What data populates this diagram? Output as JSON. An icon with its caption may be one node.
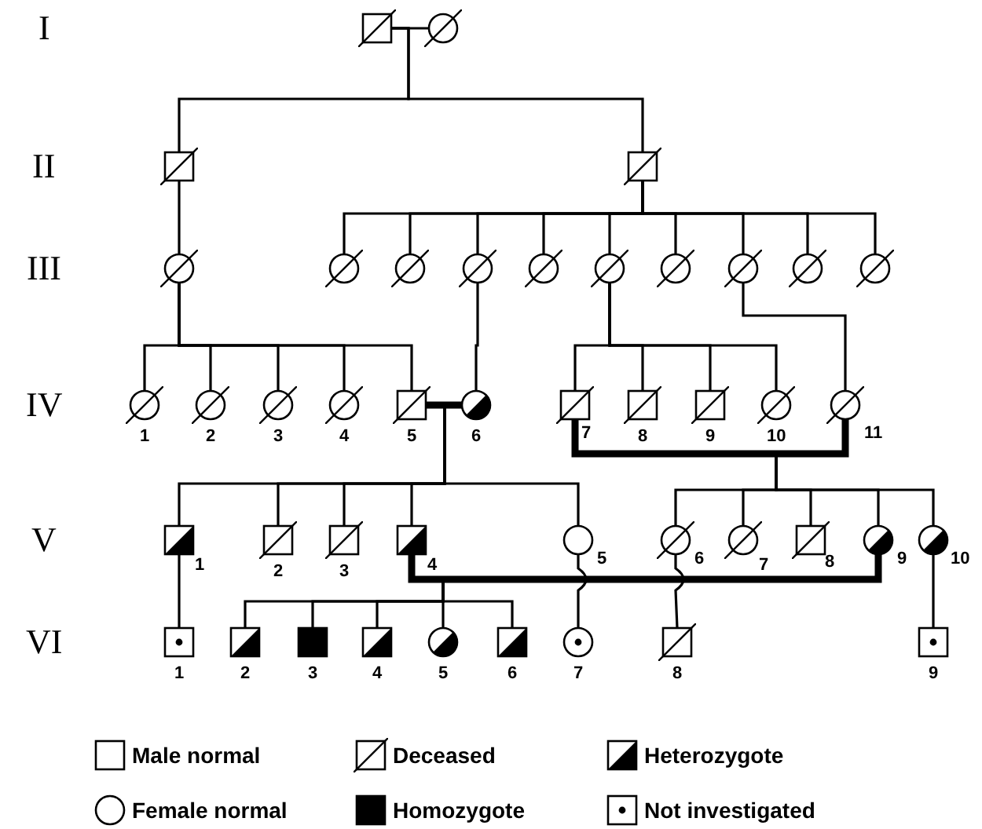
{
  "diagram": {
    "nodes": [
      {
        "text": [],
        "shape": "box"
      },
      {
        "text": [],
        "shape": "circle"
      },
      {
        "text": [],
        "shape": "box"
      },
      {
        "text": [],
        "shape": "box"
      },
      {
        "text": [],
        "shape": "circle"
      },
      {
        "text": [],
        "shape": "circle"
      },
      {
        "text": [],
        "shape": "circle"
      },
      {
        "text": [],
        "shape": "circle"
      },
      {
        "text": [],
        "shape": "circle"
      },
      {
        "text": [],
        "shape": "circle"
      },
      {
        "text": [],
        "shape": "circle"
      },
      {
        "text": [],
        "shape": "circle"
      },
      {
        "text": [],
        "shape": "circle"
      },
      {
        "text": [],
        "shape": "circle"
      },
      {
        "text": [],
        "shape": "circle",
        "beside": [
          "1"
        ]
      },
      {
        "text": [],
        "shape": "circle",
        "beside": [
          "2"
        ]
      },
      {
        "text": [],
        "shape": "circle",
        "beside": [
          "3"
        ]
      },
      {
        "text": [],
        "shape": "circle",
        "beside": [
          "4"
        ]
      },
      {
        "text": [],
        "shape": "box",
        "beside": [
          "5"
        ]
      },
      {
        "text": [],
        "shape": "circle",
        "beside": [
          "6"
        ]
      },
      {
        "text": [],
        "shape": "box",
        "beside": [
          "7"
        ]
      },
      {
        "text": [],
        "shape": "box",
        "beside": [
          "8"
        ]
      },
      {
        "text": [],
        "shape": "box",
        "beside": [
          "9"
        ]
      },
      {
        "text": [],
        "shape": "circle",
        "beside": [
          "10"
        ]
      },
      {
        "text": [],
        "shape": "circle",
        "beside": [
          "11"
        ]
      },
      {
        "text": [],
        "shape": "box",
        "beside": [
          "1"
        ]
      },
      {
        "text": [],
        "shape": "box",
        "beside": [
          "2"
        ]
      },
      {
        "text": [],
        "shape": "box",
        "beside": [
          "3"
        ]
      },
      {
        "text": [],
        "shape": "box",
        "beside": [
          "4"
        ]
      },
      {
        "text": [],
        "shape": "circle",
        "beside": [
          "5"
        ]
      },
      {
        "text": [],
        "shape": "circle",
        "beside": [
          "6"
        ]
      },
      {
        "text": [],
        "shape": "circle",
        "beside": [
          "7"
        ]
      },
      {
        "text": [],
        "shape": "box",
        "beside": [
          "8"
        ]
      },
      {
        "text": [],
        "shape": "circle",
        "beside": [
          "9"
        ]
      },
      {
        "text": [],
        "shape": "circle",
        "beside": [
          "10"
        ]
      },
      {
        "text": [],
        "shape": "box",
        "beside": [
          "1"
        ]
      },
      {
        "text": [],
        "shape": "box",
        "beside": [
          "2"
        ]
      },
      {
        "text": [],
        "shape": "box",
        "beside": [
          "3"
        ]
      },
      {
        "text": [],
        "shape": "box",
        "beside": [
          "4"
        ]
      },
      {
        "text": [],
        "shape": "circle",
        "beside": [
          "5"
        ]
      },
      {
        "text": [],
        "shape": "box",
        "beside": [
          "6"
        ]
      },
      {
        "text": [],
        "shape": "circle",
        "beside": [
          "7"
        ]
      },
      {
        "text": [],
        "shape": "box",
        "beside": [
          "8"
        ]
      },
      {
        "text": [],
        "shape": "box",
        "beside": [
          "9"
        ]
      }
    ],
    "edges": [
      {
        "from": 0,
        "to": 1,
        "arrow": "none"
      },
      {
        "from": 0,
        "to": 2,
        "arrow": "none"
      },
      {
        "from": 0,
        "to": 3,
        "arrow": "none"
      },
      {
        "from": 2,
        "to": 4,
        "arrow": "none"
      },
      {
        "from": 3,
        "to": 5,
        "arrow": "none"
      },
      {
        "from": 3,
        "to": 6,
        "arrow": "none"
      },
      {
        "from": 3,
        "to": 7,
        "arrow": "none"
      },
      {
        "from": 3,
        "to": 8,
        "arrow": "none"
      },
      {
        "from": 3,
        "to": 9,
        "arrow": "none"
      },
      {
        "from": 3,
        "to": 10,
        "arrow": "none"
      },
      {
        "from": 3,
        "to": 11,
        "arrow": "none"
      },
      {
        "from": 3,
        "to": 12,
        "arrow": "none"
      },
      {
        "from": 3,
        "to": 13,
        "arrow": "none"
      },
      {
        "from": 4,
        "to": 14,
        "arrow": "none"
      },
      {
        "from": 4,
        "to": 15,
        "arrow": "none"
      },
      {
        "from": 4,
        "to": 16,
        "arrow": "none"
      },
      {
        "from": 4,
        "to": 17,
        "arrow": "none"
      },
      {
        "from": 4,
        "to": 18,
        "arrow": "none"
      },
      {
        "from": 7,
        "to": 19,
        "arrow": "none"
      },
      {
        "from": 9,
        "to": 20,
        "arrow": "none"
      },
      {
        "from": 9,
        "to": 21,
        "arrow": "none"
      },
      {
        "from": 9,
        "to": 22,
        "arrow": "none"
      },
      {
        "from": 9,
        "to": 23,
        "arrow": "none"
      },
      {
        "from": 11,
        "to": 24,
        "arrow": "none"
      },
      {
        "from": 18,
        "to": 19,
        "arrow": "none",
        "style": "thick"
      },
      {
        "from": 20,
        "to": 24,
        "arrow": "none",
        "style": "thick"
      },
      {
        "from": 18,
        "to": 25,
        "arrow": "none"
      },
      {
        "from": 18,
        "to": 26,
        "arrow": "none"
      },
      {
        "from": 18,
        "to": 27,
        "arrow": "none"
      },
      {
        "from": 18,
        "to": 28,
        "arrow": "none"
      },
      {
        "from": 18,
        "to": 29,
        "arrow": "none"
      },
      {
        "from": 20,
        "to": 30,
        "arrow": "none"
      },
      {
        "from": 20,
        "to": 31,
        "arrow": "none"
      },
      {
        "from": 20,
        "to": 32,
        "arrow": "none"
      },
      {
        "from": 20,
        "to": 33,
        "arrow": "none"
      },
      {
        "from": 20,
        "to": 34,
        "arrow": "none"
      },
      {
        "from": 25,
        "to": 35,
        "arrow": "none"
      },
      {
        "from": 28,
        "to": 33,
        "arrow": "none",
        "style": "thick"
      },
      {
        "from": 28,
        "to": 36,
        "arrow": "none"
      },
      {
        "from": 28,
        "to": 37,
        "arrow": "none"
      },
      {
        "from": 28,
        "to": 38,
        "arrow": "none"
      },
      {
        "from": 28,
        "to": 39,
        "arrow": "none"
      },
      {
        "from": 28,
        "to": 40,
        "arrow": "none"
      },
      {
        "from": 29,
        "to": 41,
        "arrow": "none"
      },
      {
        "from": 30,
        "to": 42,
        "arrow": "none"
      },
      {
        "from": 34,
        "to": 43,
        "arrow": "none"
      }
    ],
    "labels": [
      "I",
      "II",
      "III",
      "IV",
      "V",
      "VI"
    ],
    "legend": [
      {
        "text": "Male normal"
      },
      {
        "text": "Deceased"
      },
      {
        "text": "Heterozygote"
      },
      {
        "text": "Female normal"
      },
      {
        "text": "Homozygote"
      },
      {
        "text": "Not investigated"
      }
    ]
  }
}
